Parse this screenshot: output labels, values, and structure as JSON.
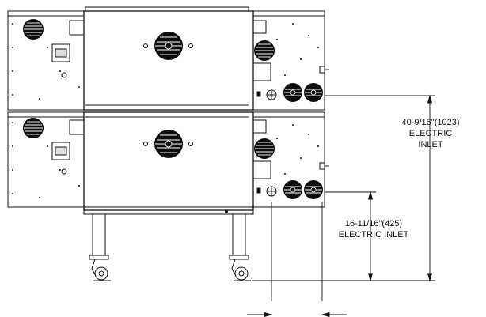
{
  "dimensions": {
    "upper_inlet": {
      "measure": "40-9/16\"(1023)",
      "line1": "ELECTRIC",
      "line2": "INLET"
    },
    "lower_inlet": {
      "measure": "16-11/16\"(425)",
      "line1": "ELECTRIC INLET"
    }
  },
  "colors": {
    "stroke": "#111111",
    "dark_fill": "#0d0d0d",
    "background": "#ffffff"
  }
}
